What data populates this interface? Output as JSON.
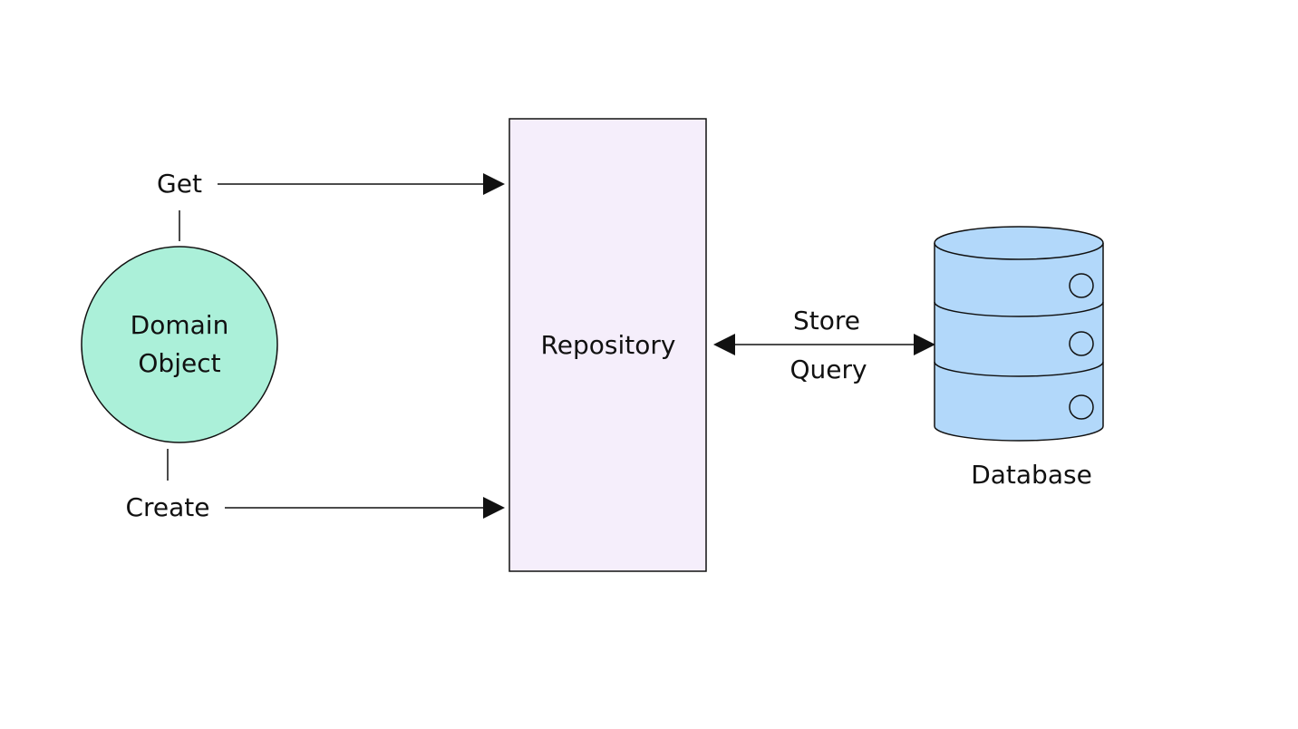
{
  "diagram": {
    "domain_object": {
      "label_line1": "Domain",
      "label_line2": "Object",
      "fill": "#abf0d9"
    },
    "get_label": "Get",
    "create_label": "Create",
    "repository": {
      "label": "Repository",
      "fill": "#f5eefb"
    },
    "store_label": "Store",
    "query_label": "Query",
    "database": {
      "label": "Database",
      "fill": "#b2d8fa",
      "icon": "database-cylinder-icon"
    },
    "stroke_color": "#111111"
  }
}
